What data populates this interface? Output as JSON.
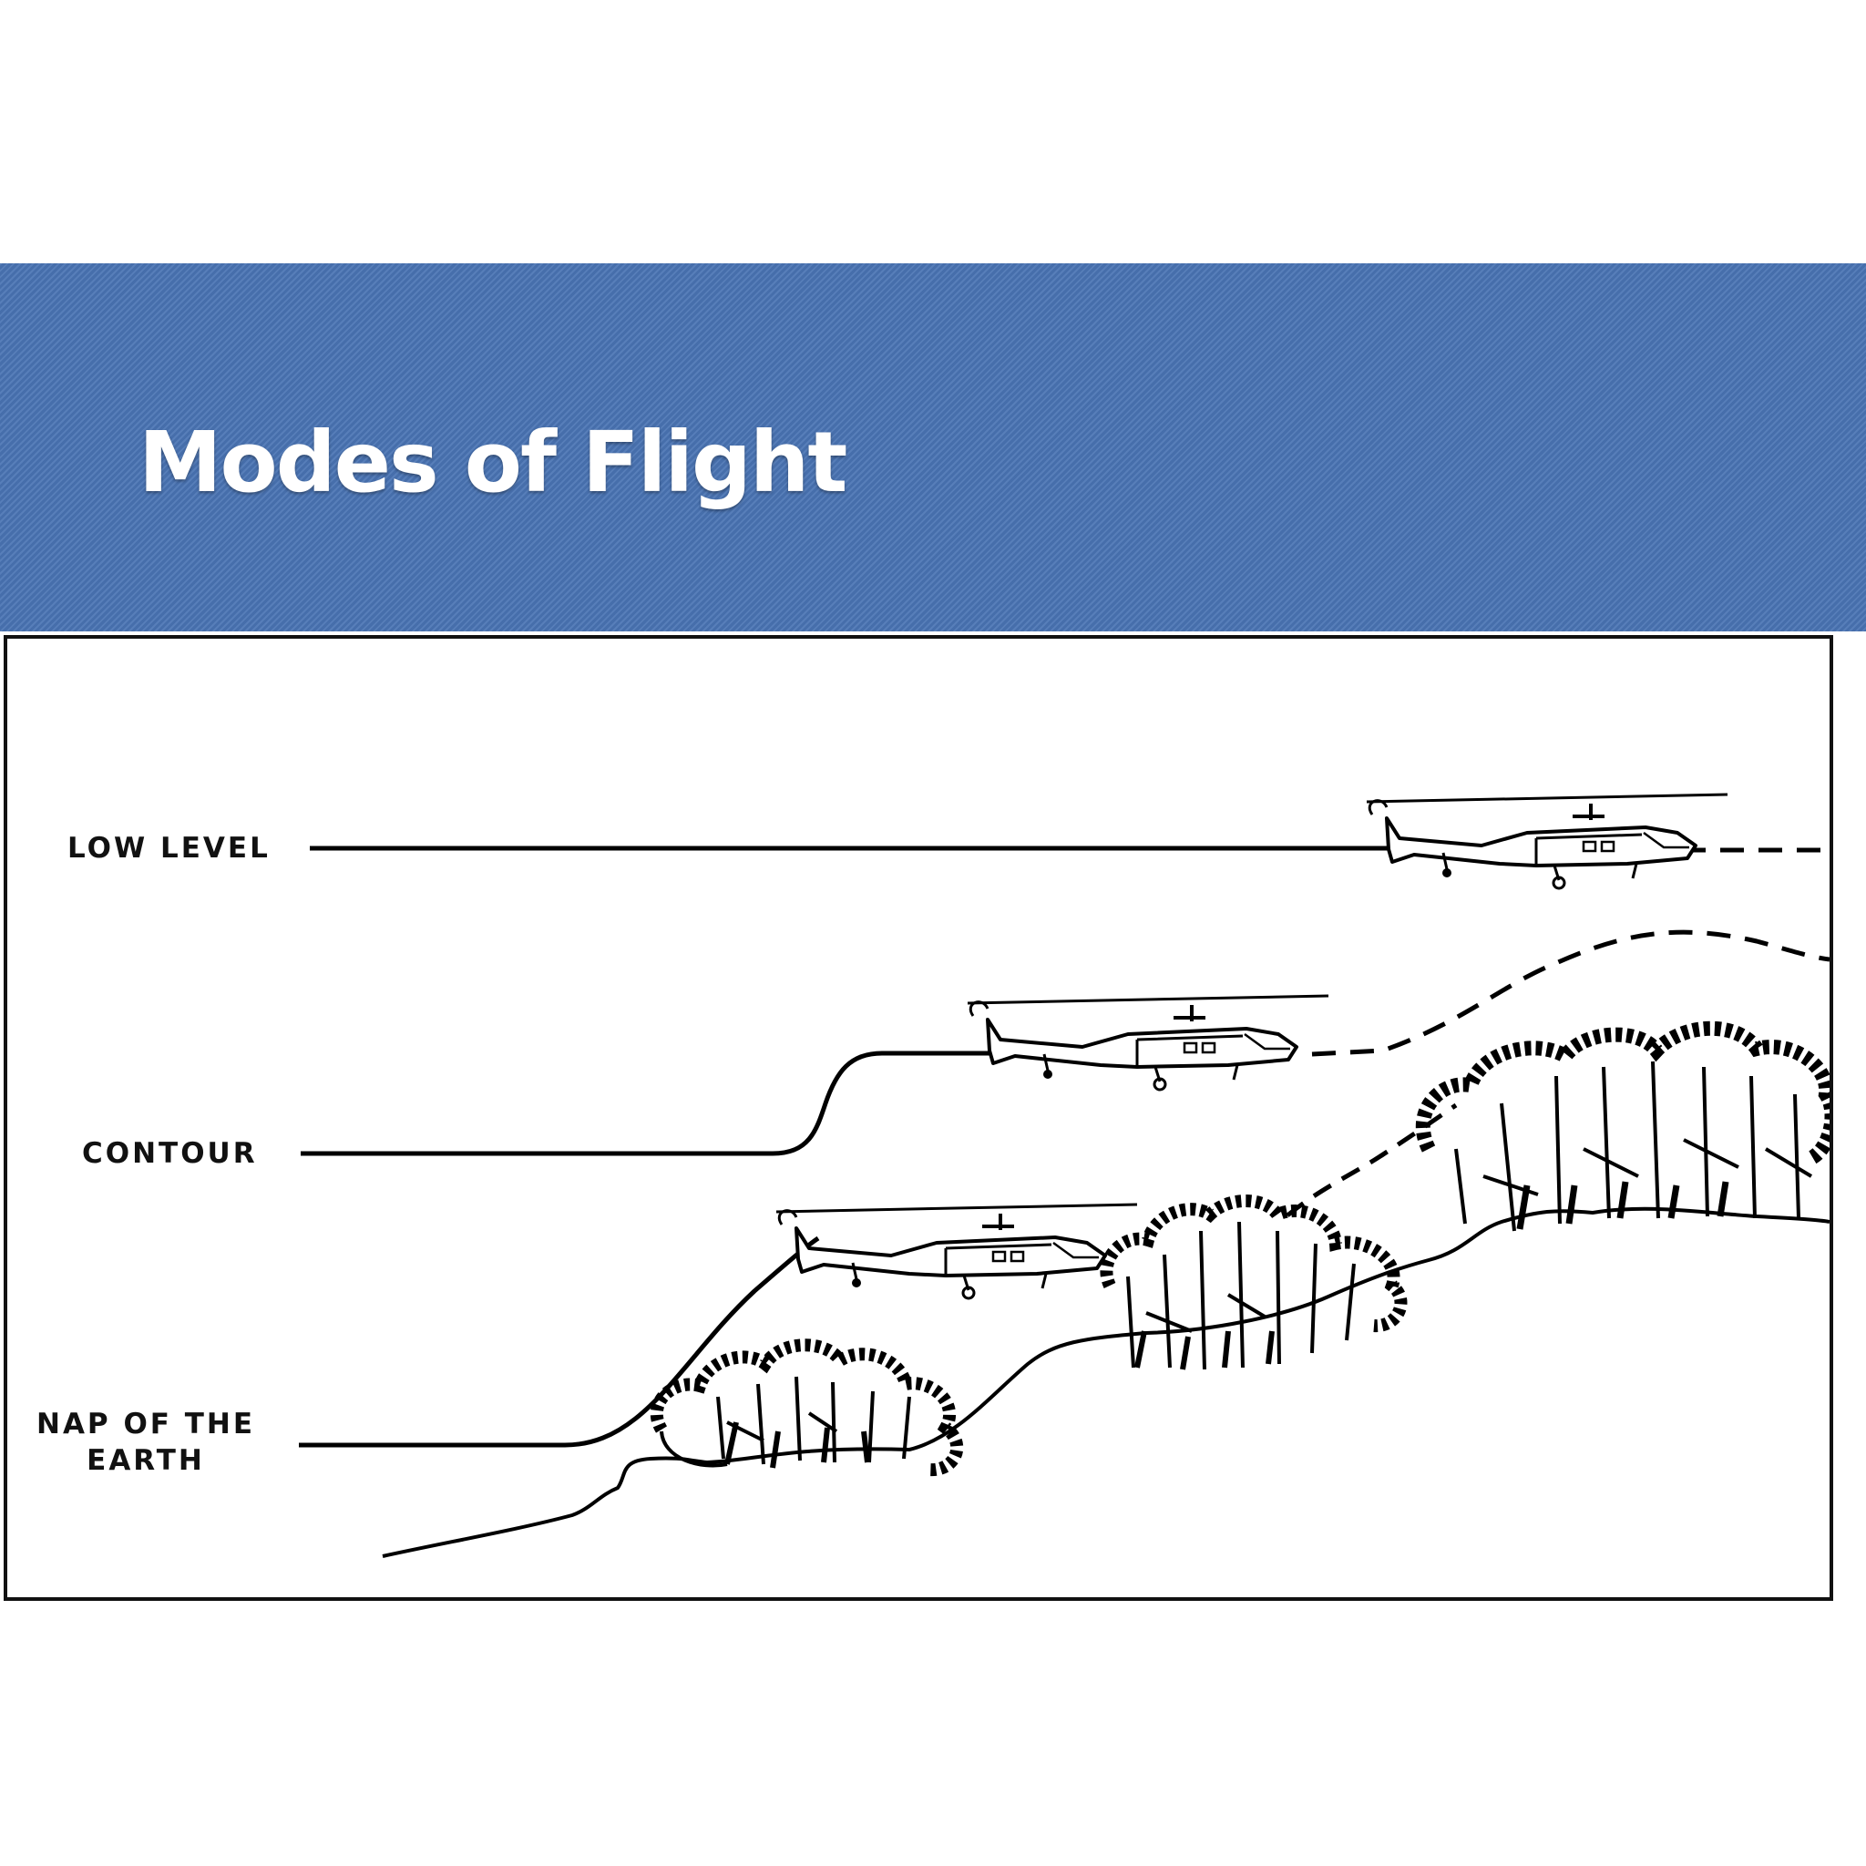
{
  "slide": {
    "title": "Modes of Flight",
    "band_color": "#4a74b4"
  },
  "diagram": {
    "modes": [
      {
        "label": "LOW LEVEL",
        "icon": "helicopter-icon"
      },
      {
        "label": "CONTOUR",
        "icon": "helicopter-icon"
      },
      {
        "label": "NAP OF THE",
        "label_line2": "EARTH",
        "icon": "helicopter-icon"
      }
    ],
    "scenery": [
      "terrain-line",
      "tree-cluster"
    ]
  }
}
